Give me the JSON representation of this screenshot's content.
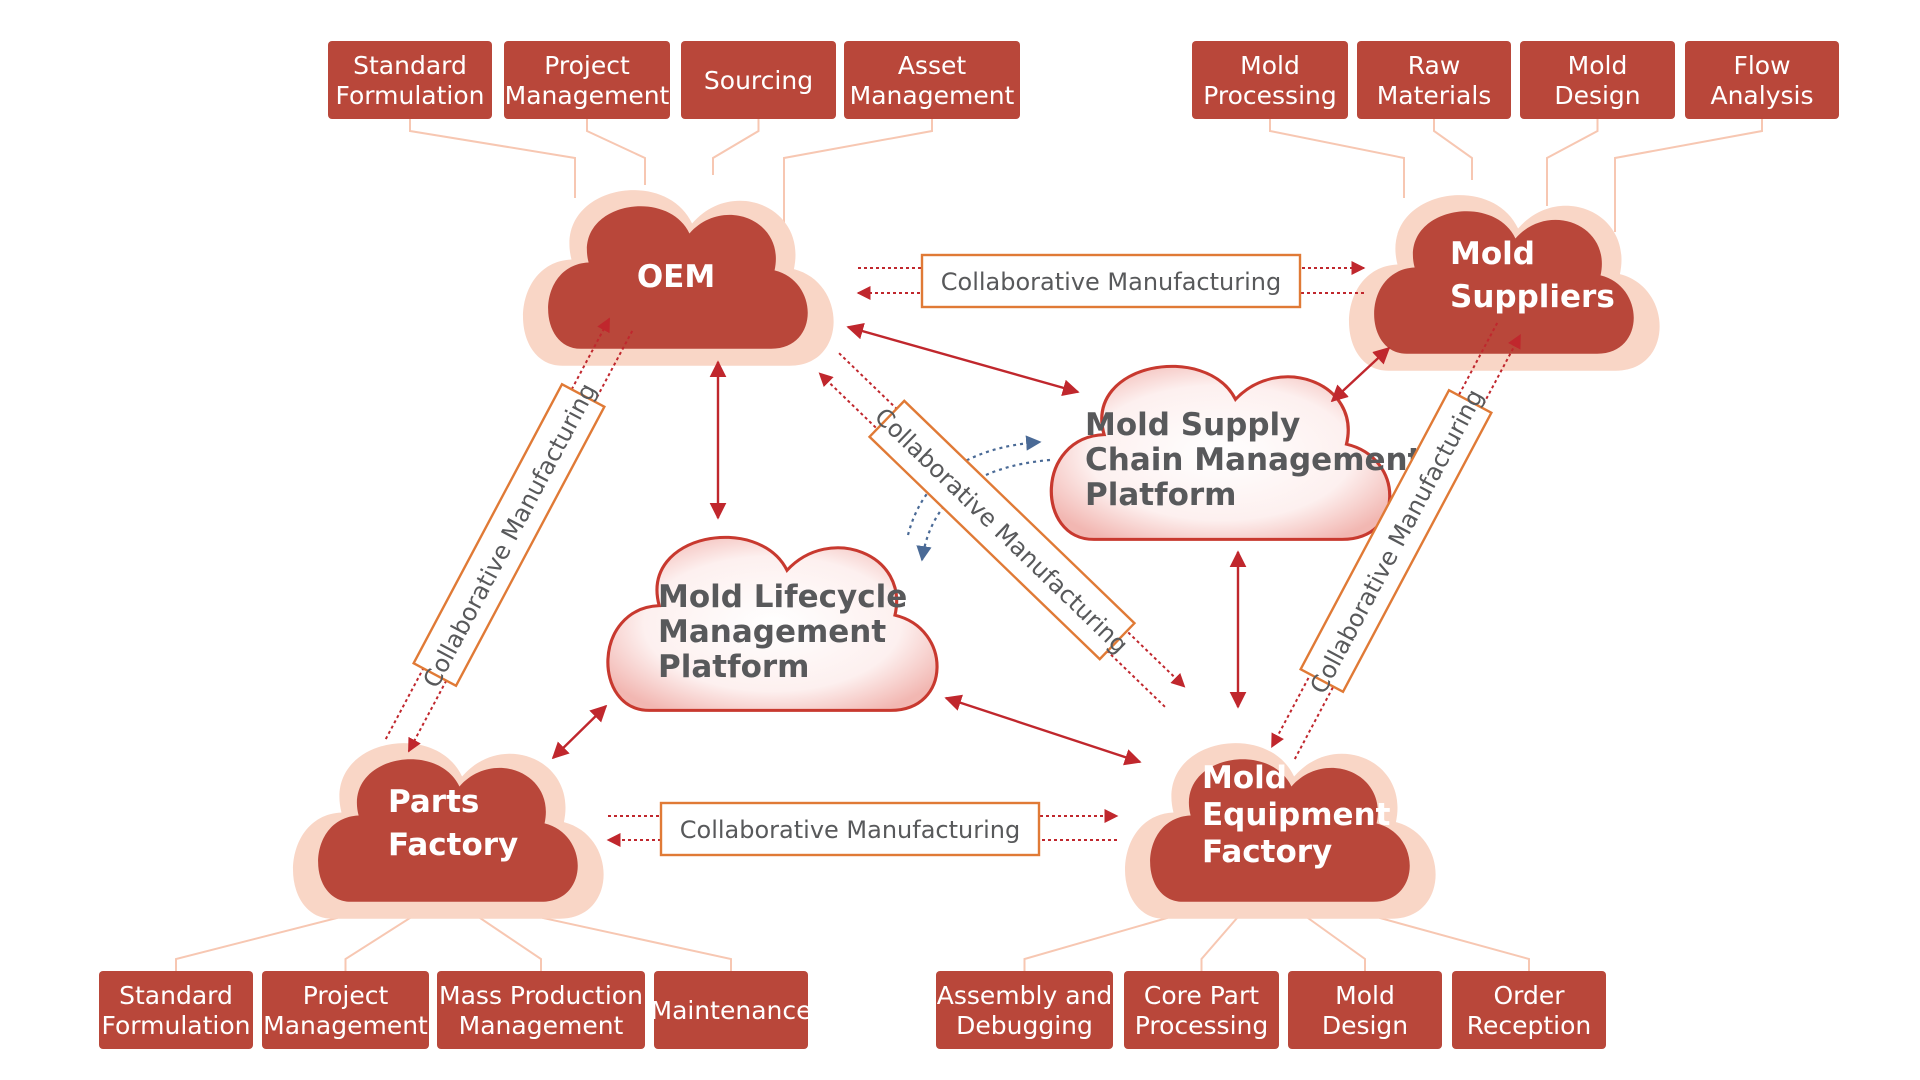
{
  "colors": {
    "tag_fill": "#b9473a",
    "cloud_fill": "#b9473a",
    "cloud_halo": "#f9d6c6",
    "platform_outline": "#c8392f",
    "collab_box_border": "#e07a36",
    "arrow_red": "#c0272d",
    "arrow_blue": "#4a6a96",
    "connector": "#f7c7b2"
  },
  "clouds": {
    "oem": [
      "OEM"
    ],
    "mold_suppliers": [
      "Mold",
      "Suppliers"
    ],
    "parts_factory": [
      "Parts",
      "Factory"
    ],
    "mold_equipment_factory": [
      "Mold",
      "Equipment",
      "Factory"
    ]
  },
  "platforms": {
    "supply_chain": [
      "Mold Supply",
      "Chain Management",
      "Platform"
    ],
    "lifecycle": [
      "Mold Lifecycle",
      "Management",
      "Platform"
    ]
  },
  "collab_label": "Collaborative Manufacturing",
  "tags": {
    "oem": [
      [
        "Standard",
        "Formulation"
      ],
      [
        "Project",
        "Management"
      ],
      [
        "Sourcing"
      ],
      [
        "Asset",
        "Management"
      ]
    ],
    "mold_suppliers": [
      [
        "Mold",
        "Processing"
      ],
      [
        "Raw",
        "Materials"
      ],
      [
        "Mold",
        "Design"
      ],
      [
        "Flow",
        "Analysis"
      ]
    ],
    "parts_factory": [
      [
        "Standard",
        "Formulation"
      ],
      [
        "Project",
        "Management"
      ],
      [
        "Mass Production",
        "Management"
      ],
      [
        "Maintenance"
      ]
    ],
    "mold_equipment_factory": [
      [
        "Assembly and",
        "Debugging"
      ],
      [
        "Core Part",
        "Processing"
      ],
      [
        "Mold",
        "Design"
      ],
      [
        "Order",
        "Reception"
      ]
    ]
  }
}
